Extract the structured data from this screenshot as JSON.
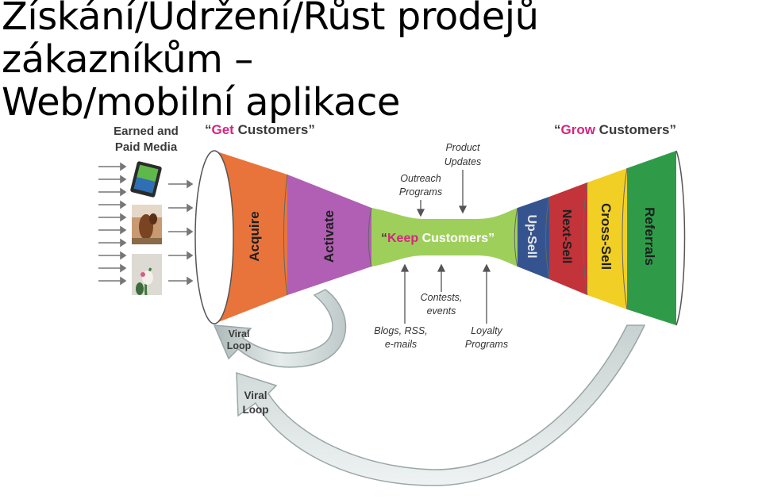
{
  "slide": {
    "title_line1": "Získání/Udržení/Růst prodejů zákazníkům –",
    "title_line2": "Web/mobilní aplikace"
  },
  "diagram": {
    "source_label_line1": "Earned and",
    "source_label_line2": "Paid Media",
    "get_customers": {
      "open": "“",
      "accent": "Get",
      "rest": " Customers”"
    },
    "keep_customers": {
      "open": "“",
      "accent": "Keep",
      "rest": " Customers”"
    },
    "grow_customers": {
      "open": "“",
      "accent": "Grow",
      "rest": " Customers”"
    },
    "stages": {
      "acquire": "Acquire",
      "activate": "Activate",
      "up_sell": "Up-Sell",
      "next_sell": "Next-Sell",
      "cross_sell": "Cross-Sell",
      "referrals": "Referrals"
    },
    "notes": {
      "product_updates_l1": "Product",
      "product_updates_l2": "Updates",
      "outreach_l1": "Outreach",
      "outreach_l2": "Programs",
      "contests_l1": "Contests,",
      "contests_l2": "events",
      "blogs_l1": "Blogs, RSS,",
      "blogs_l2": "e-mails",
      "loyalty_l1": "Loyalty",
      "loyalty_l2": "Programs"
    },
    "viral_loop_small_l1": "Viral",
    "viral_loop_small_l2": "Loop",
    "viral_loop_large_l1": "Viral",
    "viral_loop_large_l2": "Loop",
    "colors": {
      "acquire": "#e8743b",
      "activate": "#b05fb4",
      "keep": "#9fcf5b",
      "up_sell": "#35548f",
      "next_sell": "#c2333a",
      "cross_sell": "#f1cf25",
      "referrals": "#2f9b48",
      "accent_pink": "#d6247f",
      "loop_arrow": "#c9d2d2"
    }
  }
}
